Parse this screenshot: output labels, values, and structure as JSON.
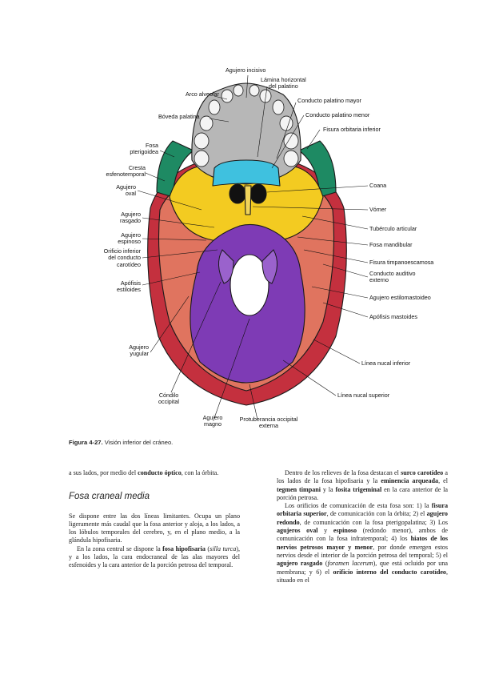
{
  "figure": {
    "labels": {
      "agujero_incisivo": "Agujero incisivo",
      "lamina_horizontal": "Lámina horizontal\ndel palatino",
      "arco_alveolar": "Arco alveolar",
      "conducto_palatino_mayor": "Conducto palatino mayor",
      "boveda_palatina": "Bóveda palatina",
      "conducto_palatino_menor": "Conducto palatino menor",
      "fisura_orbitaria_inferior": "Fisura orbitaria inferior",
      "fosa_pterigoidea": "Fosa\npterigoidea",
      "cresta_esfenotemporal": "Cresta\nesfenotemporal",
      "coana": "Coana",
      "agujero_oval": "Agujero\noval",
      "vomer": "Vómer",
      "agujero_rasgado": "Agujero\nrasgado",
      "tuberculo_articular": "Tubérculo articular",
      "agujero_espinoso": "Agujero\nespinoso",
      "fosa_mandibular": "Fosa mandibular",
      "orificio_carotideo": "Orificio inferior\ndel conducto\ncarotídeo",
      "fisura_timpanoescamosa": "Fisura timpanoescamosa",
      "conducto_auditivo": "Conducto auditivo\nexterno",
      "apofisis_estiloides": "Apófisis\nestiloides",
      "agujero_estilomastoideo": "Agujero estilomastoideo",
      "apofisis_mastoides": "Apófisis mastoides",
      "agujero_yugular": "Agujero\nyugular",
      "linea_nucal_inferior": "Línea nucal inferior",
      "linea_nucal_superior": "Línea nucal superior",
      "condilo_occipital": "Cóndilo\noccipital",
      "agujero_magno": "Agujero\nmagno",
      "protuberancia": "Protuberancia occipital\nexterna"
    },
    "caption_number": "Figura 4-27.",
    "caption_text": " Visión inferior del cráneo.",
    "colors": {
      "maxilla": "#b7b7b7",
      "palatine": "#3fc1df",
      "sphenoid": "#f3cb21",
      "wing": "#1e8a63",
      "temporal": "#e0745f",
      "parietal": "#c4303e",
      "occipital": "#7e3bb5",
      "vomer": "#f0d45a"
    }
  },
  "left_column": {
    "p1_a": "a sus lados, por medio del ",
    "p1_b": "conducto óptico",
    "p1_c": ", con la órbita.",
    "heading": "Fosa craneal media",
    "p2": "Se dispone entre las dos líneas limitantes. Ocupa un plano ligeramente más caudal que la fosa anterior y aloja, a los lados, a los lóbulos temporales del cerebro, y, en el plano medio, a la glándula hipofisaria.",
    "p3_a": "En la zona central se dispone la ",
    "p3_b": "fosa hipofisaria",
    "p3_c": " (",
    "p3_d": "silla turca",
    "p3_e": "), y a los lados, la cara endocraneal de las alas mayores del esfenoides y la cara anterior de la porción petrosa del temporal."
  },
  "right_column": {
    "p1_a": "Dentro de los relieves de la fosa destacan el ",
    "p1_b": "surco carotídeo",
    "p1_c": " a los lados de la fosa hipofisaria y la ",
    "p1_d": "eminencia arqueada",
    "p1_e": ", el ",
    "p1_f": "tegmen timpani",
    "p1_g": " y la ",
    "p1_h": "fosita trigeminal",
    "p1_i": " en la cara anterior de la porción petrosa.",
    "p2_a": "Los orificios de comunicación de esta fosa son: 1) la ",
    "p2_b": "fisura orbitaria superior",
    "p2_c": ", de comunicación con la órbita; 2) el ",
    "p2_d": "agujero redondo",
    "p2_e": ", de comunicación con la fosa pterigopalatina; 3) Los ",
    "p2_f": "agujeros oval",
    "p2_g": " y ",
    "p2_h": "espinoso",
    "p2_i": " (redondo menor), ambos de comunicación con la fosa infratemporal; 4) los ",
    "p2_j": "hiatos de los nervios petrosos mayor y menor",
    "p2_k": ", por donde emergen estos nervios desde el interior de la porción petrosa del temporal; 5) el ",
    "p2_l": "agujero rasgado",
    "p2_m": " (",
    "p2_n": "foramen lacerum",
    "p2_o": "), que está ocluido por una membrana; y 6) el ",
    "p2_p": "orificio interno del conducto carotídeo",
    "p2_q": ", situado en el"
  }
}
